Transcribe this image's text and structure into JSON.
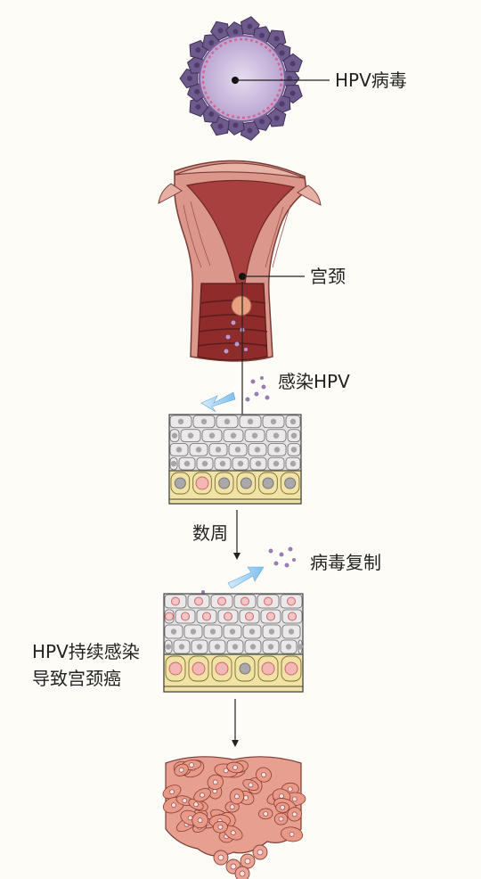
{
  "labels": {
    "virus": "HPV病毒",
    "cervix": "宫颈",
    "infection": "感染HPV",
    "weeks": "数周",
    "replication": "病毒复制",
    "persistent_line1": "HPV持续感染",
    "persistent_line2": "导致宫颈癌"
  },
  "colors": {
    "virus_capsomere": "#6f5a8e",
    "virus_core": "#c9b8dc",
    "virus_dna": "#d9648a",
    "uterus_outer": "#d98f84",
    "uterus_inner": "#a33c3c",
    "cell_gray": "#e4e2e2",
    "basal_yellow": "#f1e3a3",
    "arrow_blue": "#8ec8ef",
    "particle": "#9b7cb3",
    "cancer_cell": "#e89a86"
  },
  "icons": [
    "hpv-virus-illustration",
    "uterus-cervix-illustration",
    "epithelium-early-illustration",
    "epithelium-replication-illustration",
    "cancer-tissue-illustration"
  ]
}
